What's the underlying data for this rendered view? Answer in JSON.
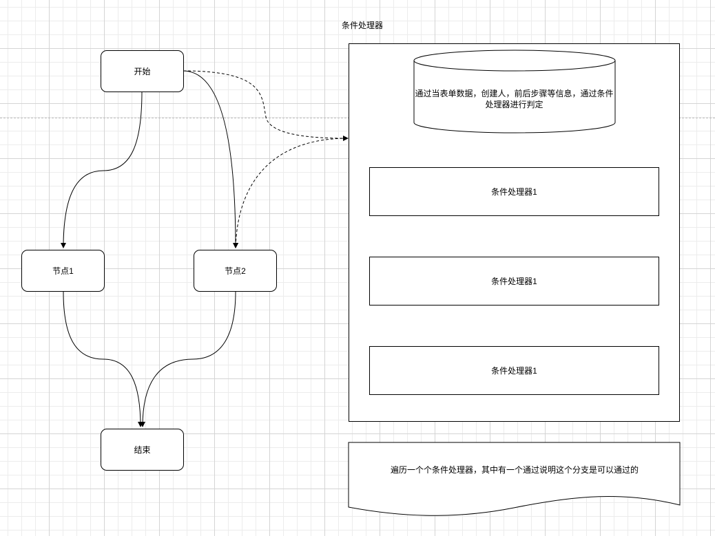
{
  "nodes": {
    "start": "开始",
    "node1": "节点1",
    "node2": "节点2",
    "end": "结束"
  },
  "container": {
    "title": "条件处理器",
    "database_text": "通过当表单数据，创建人，前后步骤等信息，通过条件处理器进行判定",
    "processors": [
      "条件处理器1",
      "条件处理器1",
      "条件处理器1"
    ]
  },
  "note": {
    "text": "遍历一个个条件处理器，其中有一个通过说明这个分支是可以通过的"
  },
  "colors": {
    "stroke": "#000000",
    "fill": "#ffffff",
    "grid": "#d4d4d4"
  }
}
